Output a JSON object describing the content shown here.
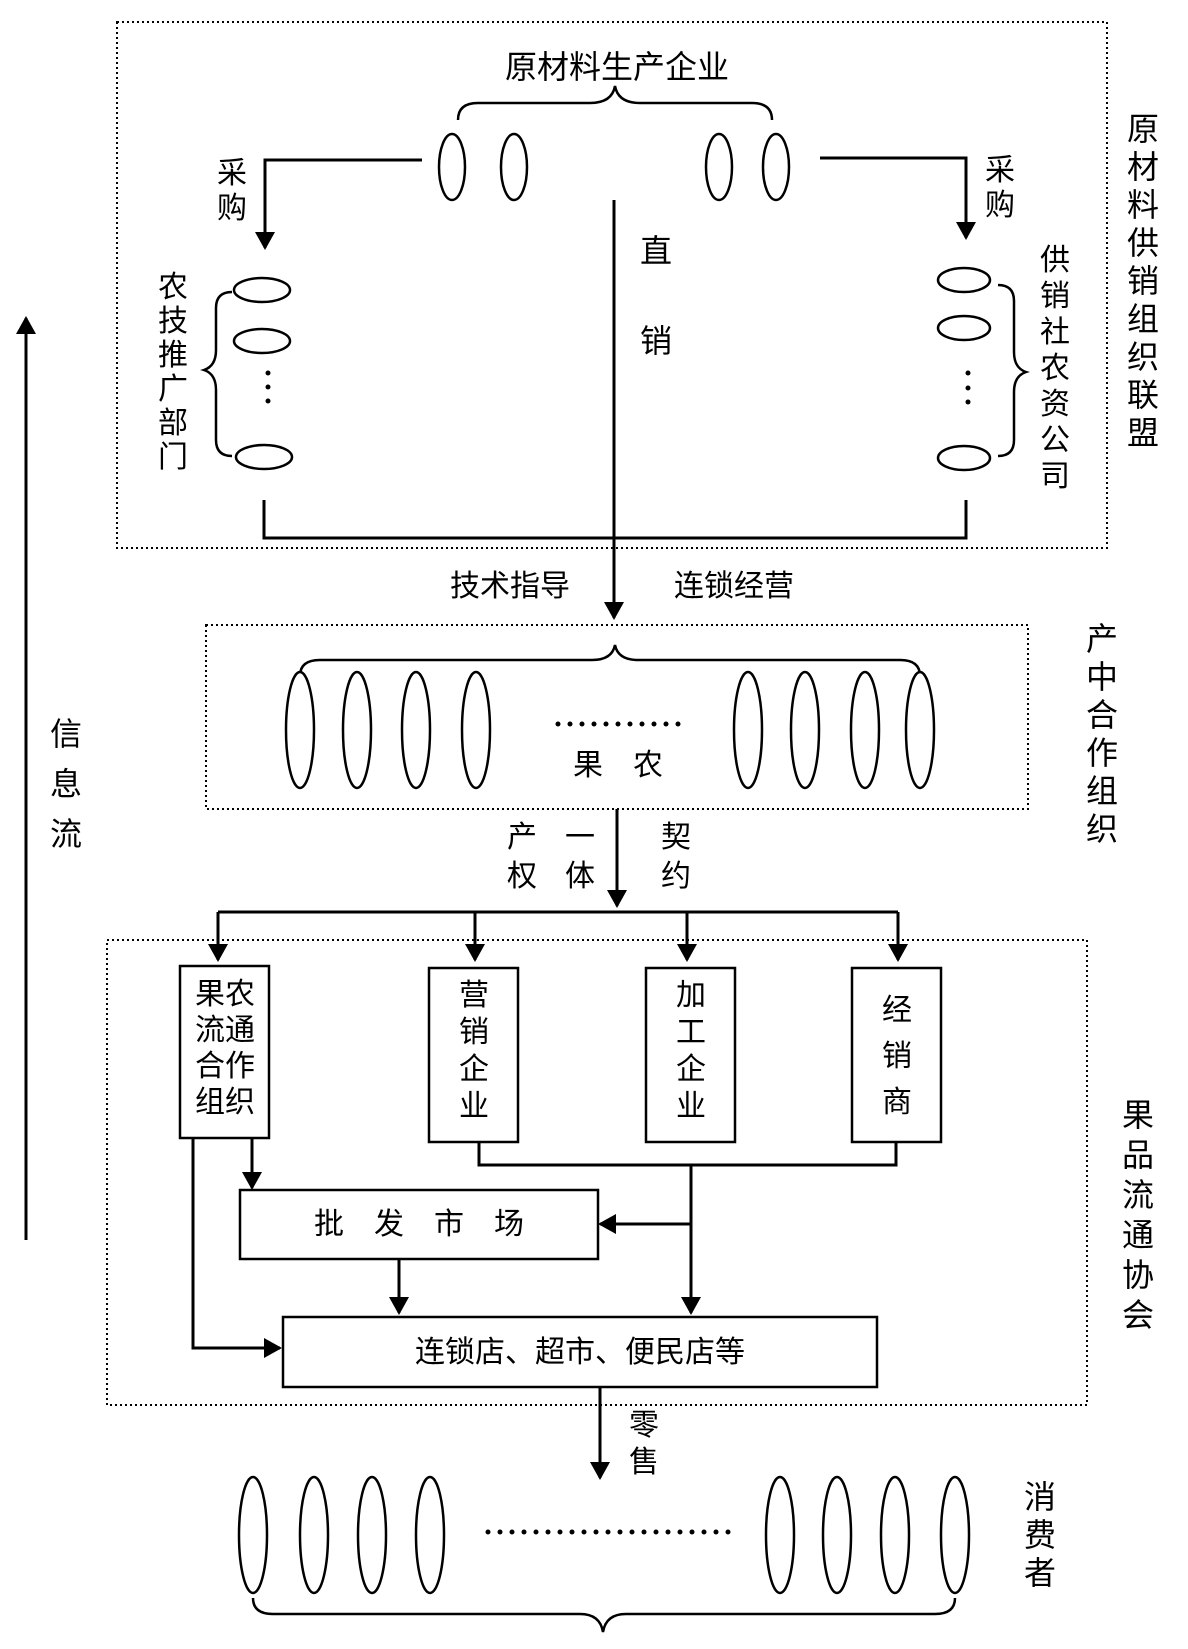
{
  "labels": {
    "raw_enterprise": "原材料生产企业",
    "purchase_left": "采购",
    "purchase_right": "采购",
    "agri_tech": "农技推广部门",
    "supply_coop": "供销社农资公司",
    "direct_sale_1": "直",
    "direct_sale_2": "销",
    "tech_guidance": "技术指导",
    "chain_operation": "连锁经营",
    "alliance": "原材料供销组织联盟",
    "org_mid": "产中合作组织",
    "fruit_farmers": "果　农",
    "prop_1": "产",
    "prop_2": "权",
    "integ_1": "一",
    "integ_2": "体",
    "contract_1": "契",
    "contract_2": "约",
    "coop_box": [
      "果农",
      "流通",
      "合作",
      "组织"
    ],
    "marketing_box": "营销企业",
    "processing_box": "加工企业",
    "dealer_box": "经销商",
    "wholesale": "批　发　市　场",
    "retail_shops": "连锁店、超市、便民店等",
    "association": "果品流通协会",
    "retail_1": "零",
    "retail_2": "售",
    "consumers": "消费者",
    "info_flow": "信息流"
  }
}
